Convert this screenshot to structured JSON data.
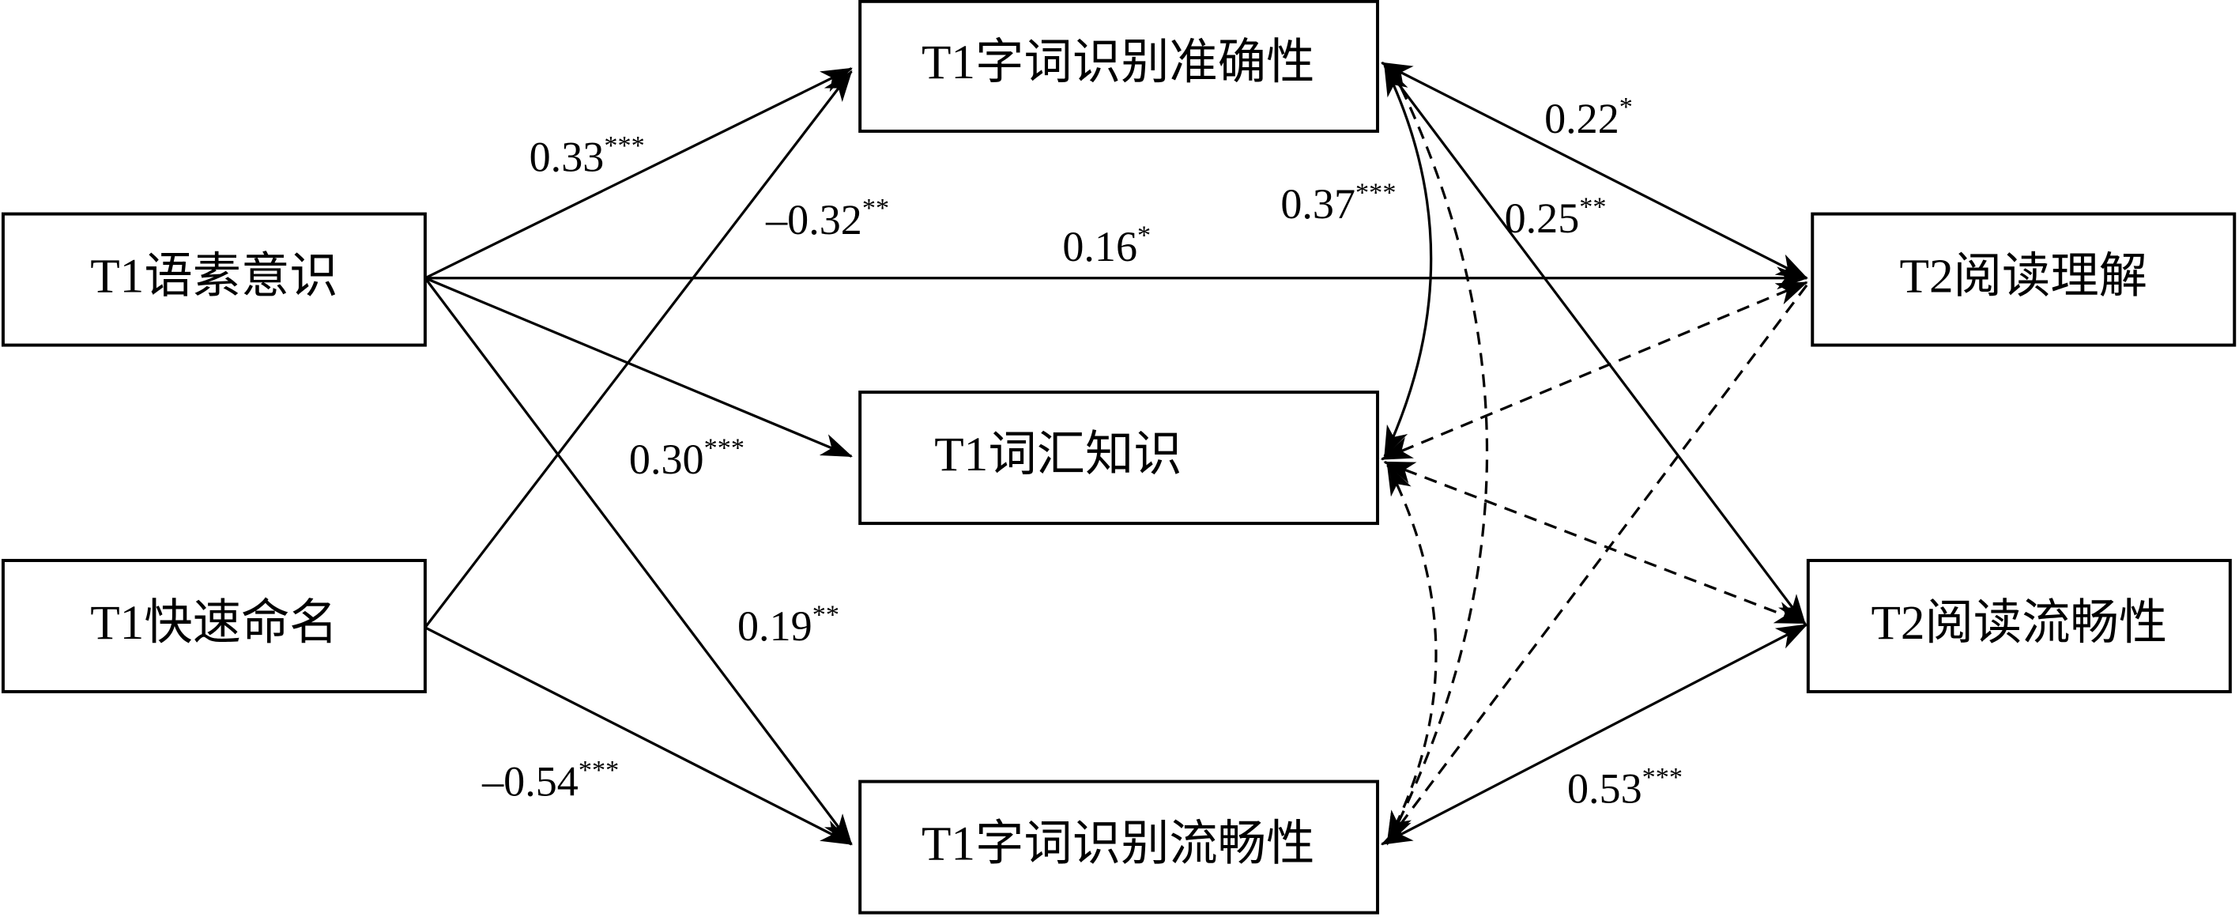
{
  "nodes": {
    "morpheme": "T1语素意识",
    "ran": "T1快速命名",
    "accuracy": "T1字词识别准确性",
    "vocab": "T1词汇知识",
    "fluency": "T1字词识别流畅性",
    "comprehension": "T2阅读理解",
    "reading_fluency": "T2阅读流畅性"
  },
  "paths": {
    "morpheme_accuracy": {
      "value": "0.33",
      "sig": "***"
    },
    "ran_accuracy": {
      "value": "–0.32",
      "sig": "**"
    },
    "morpheme_comprehension": {
      "value": "0.16",
      "sig": "*"
    },
    "morpheme_vocab": {
      "value": "0.30",
      "sig": "***"
    },
    "morpheme_fluency": {
      "value": "0.19",
      "sig": "**"
    },
    "ran_fluency": {
      "value": "–0.54",
      "sig": "***"
    },
    "accuracy_comprehension": {
      "value": "0.22",
      "sig": "*"
    },
    "accuracy_reading_fluency": {
      "value": "0.25",
      "sig": "**"
    },
    "accuracy_vocab": {
      "value": "0.37",
      "sig": "***"
    },
    "fluency_reading_fluency": {
      "value": "0.53",
      "sig": "***"
    }
  }
}
